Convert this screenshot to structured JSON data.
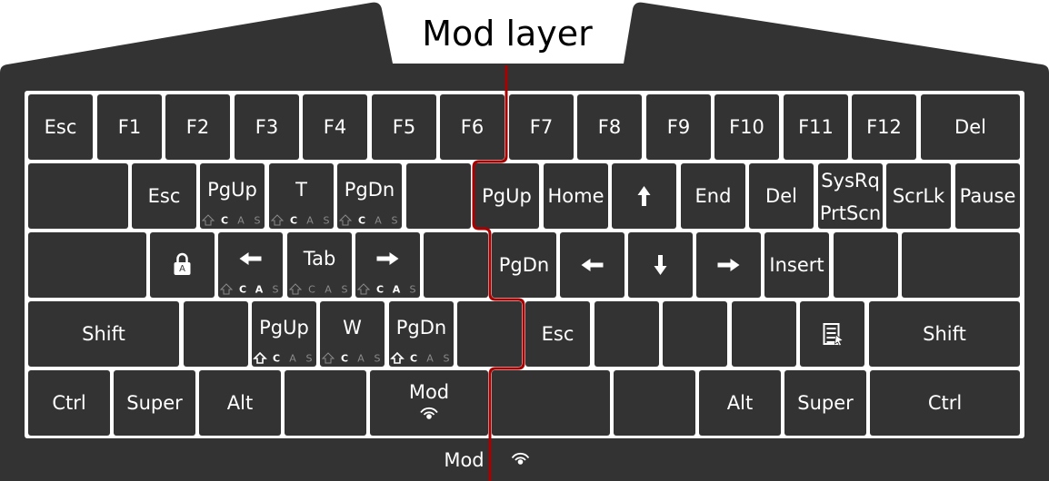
{
  "title": "Mod layer",
  "colors": {
    "case": "#333333",
    "plate": "#ffffff",
    "key": "#333333",
    "label": "#ffffff",
    "split_line": "#aa0000",
    "modifier_active": "#ffffff",
    "modifier_inactive": "#8a8a8a"
  },
  "rows": [
    [
      {
        "label": "Esc"
      },
      {
        "label": "F1"
      },
      {
        "label": "F2"
      },
      {
        "label": "F3"
      },
      {
        "label": "F4"
      },
      {
        "label": "F5"
      },
      {
        "label": "F6"
      },
      {
        "label": "F7"
      },
      {
        "label": "F8"
      },
      {
        "label": "F9"
      },
      {
        "label": "F10"
      },
      {
        "label": "F11"
      },
      {
        "label": "F12"
      },
      {
        "label": "Del"
      }
    ],
    [
      {
        "label": ""
      },
      {
        "label": "Esc"
      },
      {
        "label": "PgUp",
        "mods": {
          "shift": false,
          "c": true,
          "a": false,
          "s": false
        }
      },
      {
        "label": "T",
        "mods": {
          "shift": false,
          "c": true,
          "a": false,
          "s": false
        }
      },
      {
        "label": "PgDn",
        "mods": {
          "shift": false,
          "c": true,
          "a": false,
          "s": false
        }
      },
      {
        "label": ""
      },
      {
        "label": "PgUp"
      },
      {
        "label": "Home"
      },
      {
        "label": "",
        "icon": "arrow-up-icon"
      },
      {
        "label": "End"
      },
      {
        "label": "Del"
      },
      {
        "label": "SysRq",
        "label2": "PrtScn"
      },
      {
        "label": "ScrLk"
      },
      {
        "label": "Pause"
      }
    ],
    [
      {
        "label": ""
      },
      {
        "label": "",
        "icon": "caps-lock-icon"
      },
      {
        "label": "",
        "icon": "arrow-left-icon",
        "mods": {
          "shift": false,
          "c": true,
          "a": true,
          "s": false
        }
      },
      {
        "label": "Tab",
        "mods": {
          "shift": false,
          "c": false,
          "a": false,
          "s": false
        }
      },
      {
        "label": "",
        "icon": "arrow-right-icon",
        "mods": {
          "shift": false,
          "c": true,
          "a": true,
          "s": false
        }
      },
      {
        "label": ""
      },
      {
        "label": "PgDn"
      },
      {
        "label": "",
        "icon": "arrow-left-icon"
      },
      {
        "label": "",
        "icon": "arrow-down-icon"
      },
      {
        "label": "",
        "icon": "arrow-right-icon"
      },
      {
        "label": "Insert"
      },
      {
        "label": ""
      },
      {
        "label": ""
      }
    ],
    [
      {
        "label": "Shift"
      },
      {
        "label": ""
      },
      {
        "label": "PgUp",
        "mods": {
          "shift": true,
          "c": true,
          "a": false,
          "s": false
        }
      },
      {
        "label": "W",
        "mods": {
          "shift": false,
          "c": true,
          "a": false,
          "s": false
        }
      },
      {
        "label": "PgDn",
        "mods": {
          "shift": true,
          "c": true,
          "a": false,
          "s": false
        }
      },
      {
        "label": ""
      },
      {
        "label": "Esc"
      },
      {
        "label": ""
      },
      {
        "label": ""
      },
      {
        "label": ""
      },
      {
        "label": "",
        "icon": "menu-icon"
      },
      {
        "label": "Shift"
      }
    ],
    [
      {
        "label": "Ctrl"
      },
      {
        "label": "Super"
      },
      {
        "label": "Alt"
      },
      {
        "label": ""
      },
      {
        "label": "Mod",
        "icon": "mod-signal-icon"
      },
      {
        "label": ""
      },
      {
        "label": ""
      },
      {
        "label": "Alt"
      },
      {
        "label": "Super"
      },
      {
        "label": "Ctrl"
      }
    ],
    [
      {
        "label": ""
      },
      {
        "label": "Mod",
        "icon": "mod-signal-icon"
      },
      {
        "label": ""
      }
    ]
  ],
  "modifier_letters": [
    "C",
    "A",
    "S"
  ]
}
